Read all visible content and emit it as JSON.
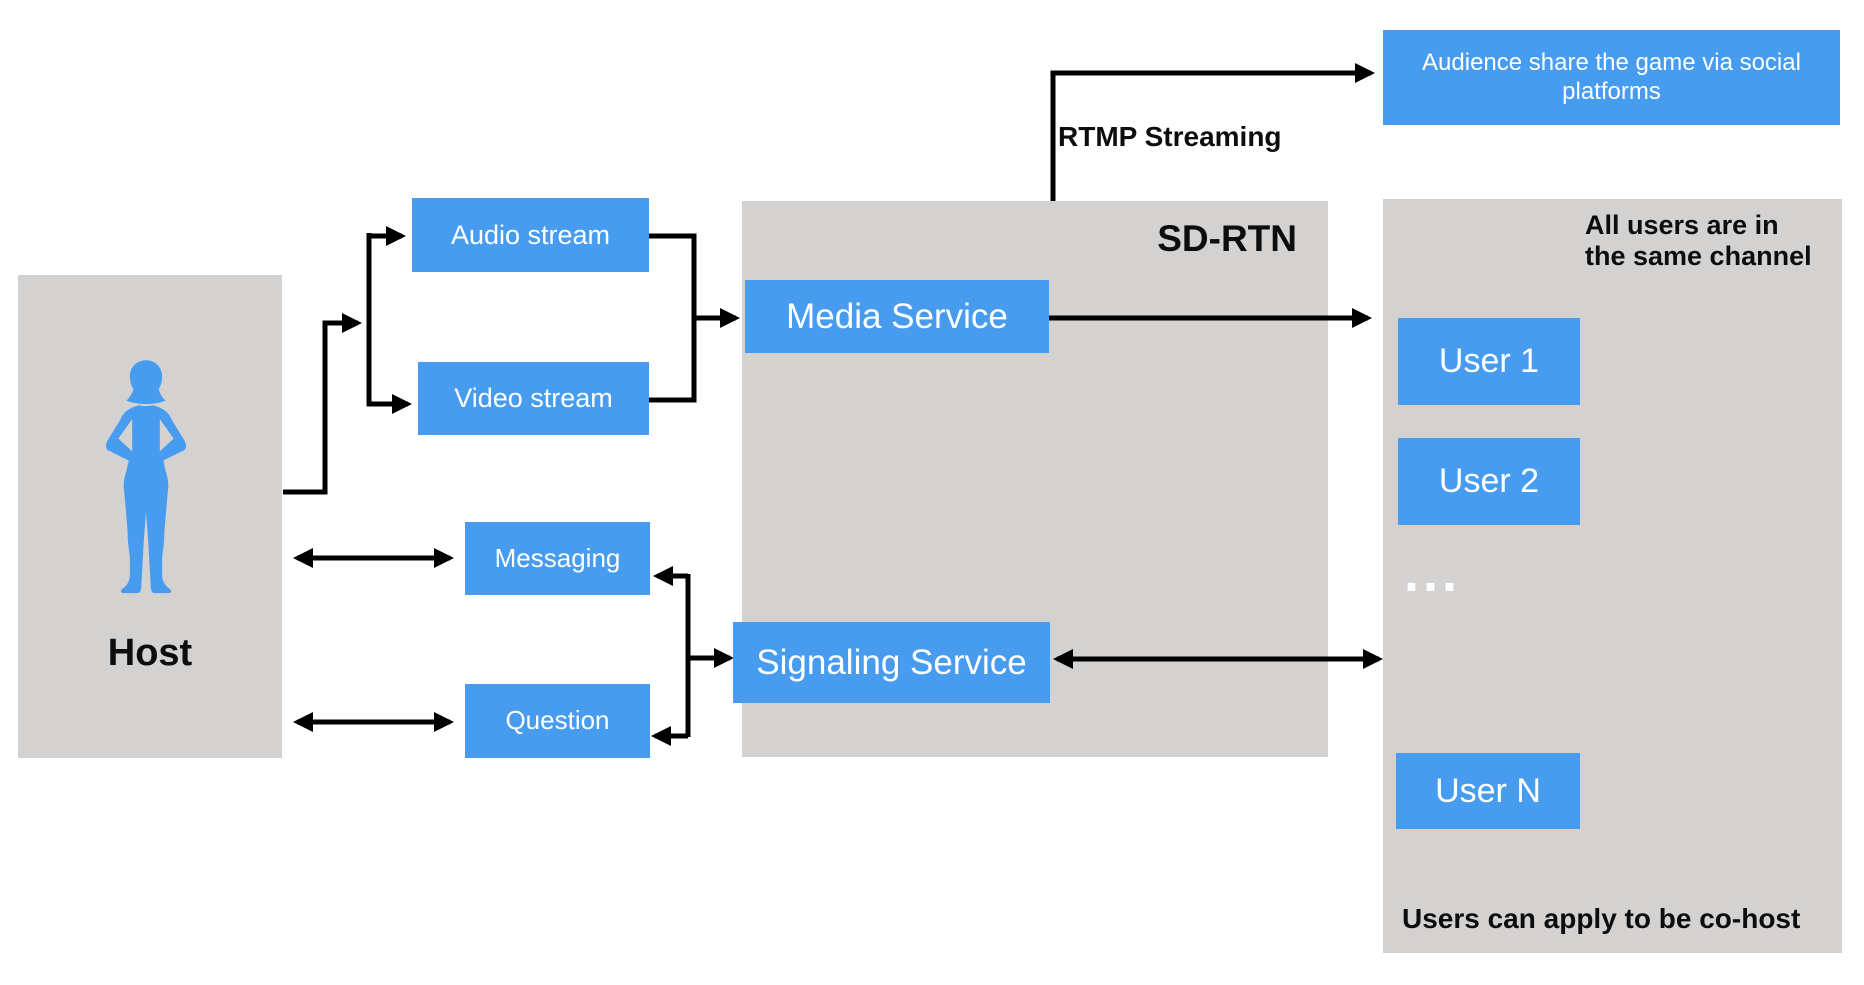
{
  "diagram": {
    "title_semantic": "Live game streaming architecture diagram",
    "host": {
      "label": "Host"
    },
    "producers": {
      "audio_label": "Audio stream",
      "video_label": "Video stream"
    },
    "interactions": {
      "messaging_label": "Messaging",
      "question_label": "Question"
    },
    "sdrtn": {
      "title": "SD-RTN",
      "media_service_label": "Media Service",
      "signaling_service_label": "Signaling Service"
    },
    "rtmp_label": "RTMP Streaming",
    "audience": {
      "label": "Audience share the game via social platforms"
    },
    "channel": {
      "note_top": "All users are in\nthe same channel",
      "user1_label": "User 1",
      "user2_label": "User 2",
      "ellipsis": "...",
      "user_n_label": "User N",
      "note_bottom": "Users can apply to be co-host"
    },
    "colors": {
      "accent_blue": "#479cf0",
      "panel_gray": "#d4d2d1",
      "connector_black": "#000000",
      "text_white": "#ffffff",
      "text_black": "#0d0d0d"
    }
  }
}
